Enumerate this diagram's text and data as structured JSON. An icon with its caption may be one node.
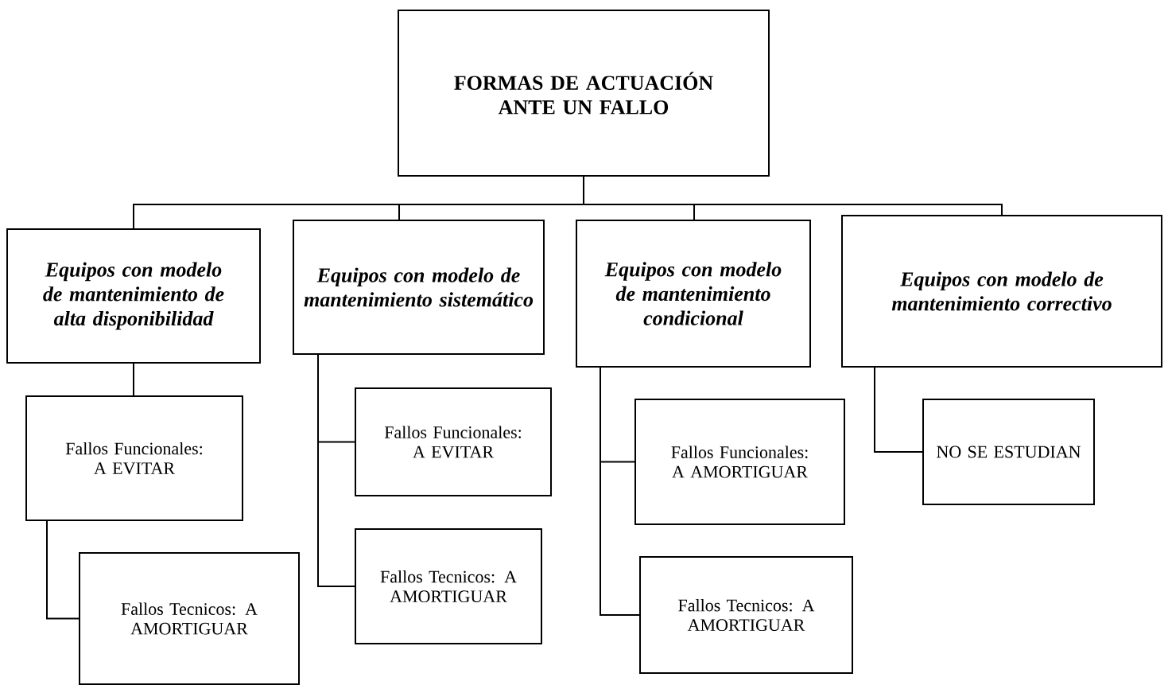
{
  "diagram": {
    "nodes": [
      {
        "text": [
          "FORMAS DE ACTUACIÓN ANTE UN FALLO"
        ]
      },
      {
        "text": [
          "Equipos con modelo de mantenimiento de alta disponibilidad"
        ]
      },
      {
        "text": [
          "Equipos con modelo de mantenimiento sistemático"
        ]
      },
      {
        "text": [
          "Equipos con modelo de mantenimiento condicional"
        ]
      },
      {
        "text": [
          "Equipos con modelo de mantenimiento correctivo"
        ]
      },
      {
        "text": [
          "Fallos Funcionales: A EVITAR"
        ]
      },
      {
        "text": [
          "Fallos Tecnicos: A AMORTIGUAR"
        ]
      },
      {
        "text": [
          "Fallos Funcionales: A EVITAR"
        ]
      },
      {
        "text": [
          "Fallos Tecnicos: A AMORTIGUAR"
        ]
      },
      {
        "text": [
          "Fallos Funcionales: A AMORTIGUAR"
        ]
      },
      {
        "text": [
          "Fallos Tecnicos: A AMORTIGUAR"
        ]
      },
      {
        "text": [
          "NO SE ESTUDIAN"
        ]
      }
    ],
    "edges": [
      {
        "from": 0,
        "to": 1,
        "arrow": "none"
      },
      {
        "from": 0,
        "to": 2,
        "arrow": "none"
      },
      {
        "from": 0,
        "to": 3,
        "arrow": "none"
      },
      {
        "from": 0,
        "to": 4,
        "arrow": "none"
      },
      {
        "from": 1,
        "to": 5,
        "arrow": "none"
      },
      {
        "from": 5,
        "to": 6,
        "arrow": "none"
      },
      {
        "from": 2,
        "to": 7,
        "arrow": "none"
      },
      {
        "from": 2,
        "to": 8,
        "arrow": "none"
      },
      {
        "from": 3,
        "to": 9,
        "arrow": "none"
      },
      {
        "from": 3,
        "to": 10,
        "arrow": "none"
      },
      {
        "from": 4,
        "to": 11,
        "arrow": "none"
      }
    ]
  }
}
